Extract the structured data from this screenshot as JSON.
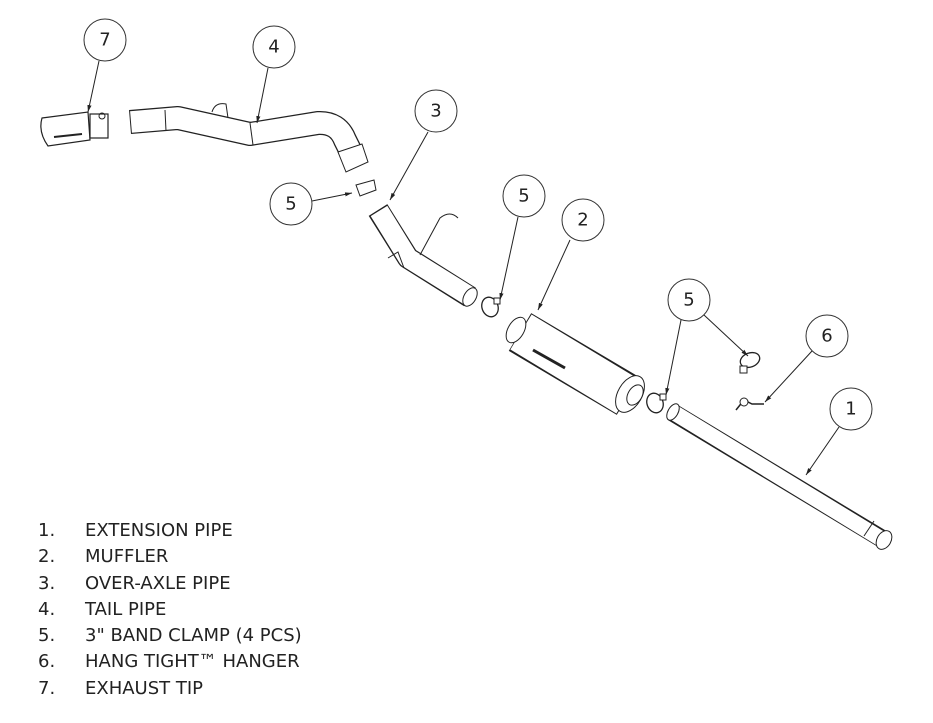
{
  "callouts": [
    {
      "id": "7",
      "label": "7"
    },
    {
      "id": "4",
      "label": "4"
    },
    {
      "id": "3",
      "label": "3"
    },
    {
      "id": "5a",
      "label": "5"
    },
    {
      "id": "5b",
      "label": "5"
    },
    {
      "id": "2",
      "label": "2"
    },
    {
      "id": "5c",
      "label": "5"
    },
    {
      "id": "6",
      "label": "6"
    },
    {
      "id": "1",
      "label": "1"
    }
  ],
  "legend": [
    {
      "num": "1.",
      "text": "EXTENSION PIPE"
    },
    {
      "num": "2.",
      "text": "MUFFLER"
    },
    {
      "num": "3.",
      "text": "OVER-AXLE PIPE"
    },
    {
      "num": "4.",
      "text": "TAIL PIPE"
    },
    {
      "num": "5.",
      "text": "3\" BAND CLAMP (4 PCS)"
    },
    {
      "num": "6.",
      "text": "HANG TIGHT™ HANGER"
    },
    {
      "num": "7.",
      "text": "EXHAUST TIP"
    }
  ]
}
